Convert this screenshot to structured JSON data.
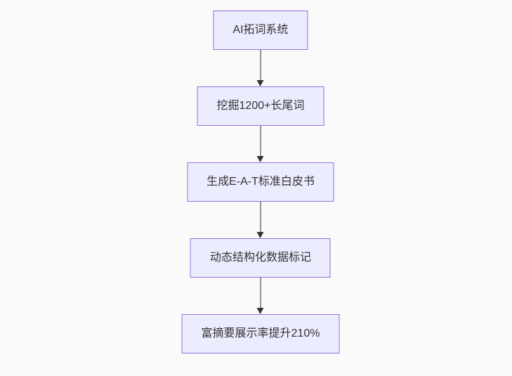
{
  "page": {
    "background": "#fafafa"
  },
  "flowchart": {
    "type": "flowchart",
    "direction": "top-down",
    "node_fill": "#ECECFF",
    "node_border": "#9370DB",
    "node_text_color": "#333333",
    "arrow_color": "#333333",
    "nodes": [
      {
        "label": "AI拓词系统"
      },
      {
        "label": "挖掘1200+长尾词"
      },
      {
        "label": "生成E-A-T标准白皮书"
      },
      {
        "label": "动态结构化数据标记"
      },
      {
        "label": "富摘要展示率提升210%"
      }
    ],
    "edges": [
      {
        "from": 0,
        "to": 1
      },
      {
        "from": 1,
        "to": 2
      },
      {
        "from": 2,
        "to": 3
      },
      {
        "from": 3,
        "to": 4
      }
    ]
  }
}
